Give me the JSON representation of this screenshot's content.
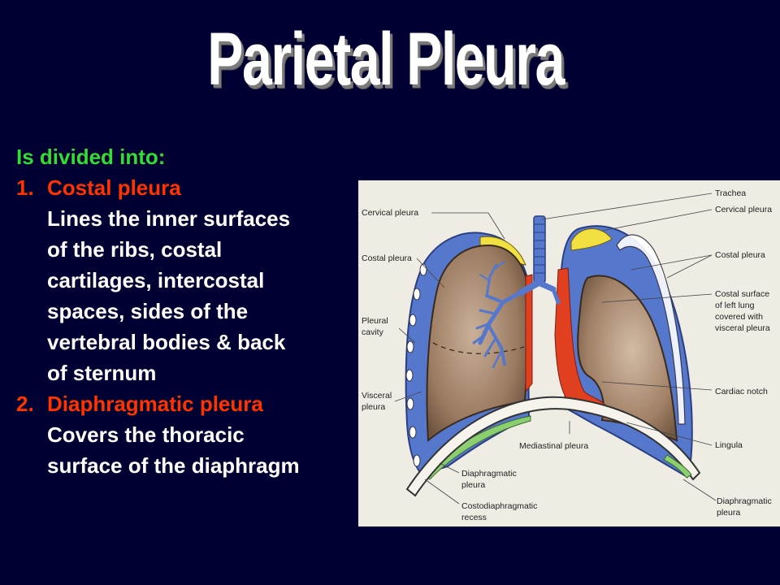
{
  "title": "Parietal Pleura",
  "intro": "Is divided into:",
  "items": [
    {
      "number": "1.",
      "heading": "Costal pleura",
      "lines": [
        "Lines the inner surfaces",
        "of the ribs, costal",
        "cartilages, intercostal",
        "spaces, sides of the",
        "vertebral bodies & back",
        "of sternum"
      ]
    },
    {
      "number": "2.",
      "heading": "Diaphragmatic pleura",
      "lines": [
        "Covers the thoracic",
        "surface of the diaphragm"
      ]
    }
  ],
  "figure": {
    "labels": {
      "trachea": "Trachea",
      "cervical_left": "Cervical pleura",
      "cervical_right": "Cervical pleura",
      "costal_left": "Costal pleura",
      "costal_right": "Costal pleura",
      "pleural_cavity": [
        "Pleural",
        "cavity"
      ],
      "costal_surface": [
        "Costal surface",
        "of left lung",
        "covered with",
        "visceral pleura"
      ],
      "visceral_pleura": [
        "Visceral",
        "pleura"
      ],
      "cardiac_notch": "Cardiac notch",
      "mediastinal_pleura": "Mediastinal pleura",
      "lingula": "Lingula",
      "diaphragmatic_left": [
        "Diaphragmatic",
        "pleura"
      ],
      "costodiaphragmatic": [
        "Costodiaphragmatic",
        "recess"
      ],
      "diaphragmatic_right": [
        "Diaphragmatic",
        "pleura"
      ]
    }
  },
  "colors": {
    "background": "#000033",
    "intro": "#33dd33",
    "heading": "#ff3300",
    "body": "#ffffff",
    "lung": "#a08066",
    "pleura_blue": "#5577cc",
    "pleura_yellow": "#f2e040",
    "pleura_red": "#e04020",
    "pleura_green": "#8ccf70"
  }
}
